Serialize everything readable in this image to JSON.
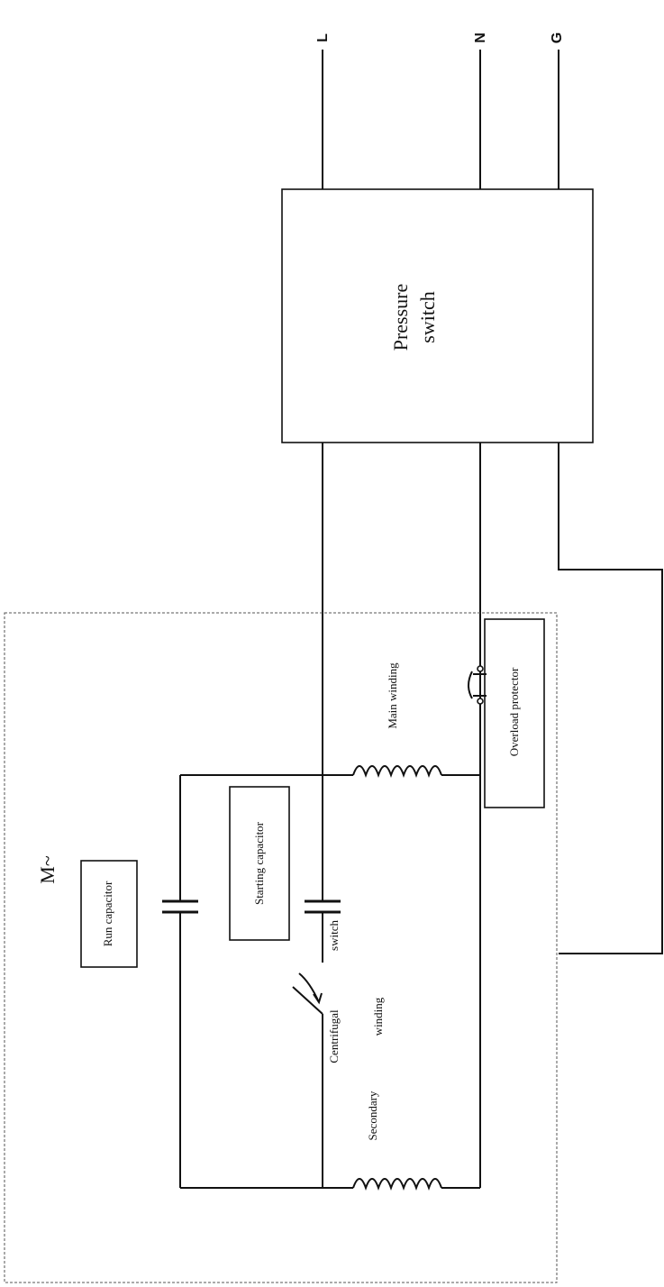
{
  "terminals": {
    "line": "L",
    "neutral": "N",
    "ground": "G"
  },
  "pressure_switch": {
    "line1": "Pressure",
    "line2": "switch"
  },
  "motor": {
    "symbol": "M~"
  },
  "components": {
    "run_capacitor": "Run capacitor",
    "starting_capacitor": "Starting capacitor",
    "main_winding": "Main winding",
    "secondary_winding_1": "Secondary",
    "secondary_winding_2": "winding",
    "centrifugal_switch_1": "Centrifugal",
    "centrifugal_switch_2": "switch",
    "overload_protector": "Overload  protector"
  }
}
